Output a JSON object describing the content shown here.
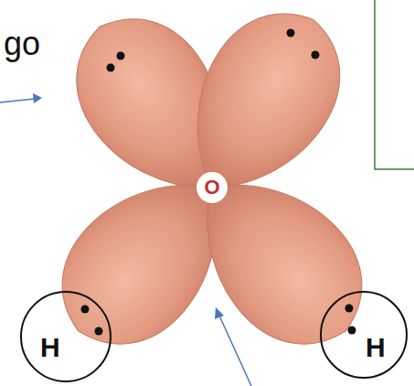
{
  "diagram": {
    "nodes": [
      {
        "text": [
          "O"
        ]
      },
      {
        "text": [
          "H"
        ]
      },
      {
        "text": [
          "H"
        ]
      }
    ],
    "labels": [
      "go"
    ]
  }
}
